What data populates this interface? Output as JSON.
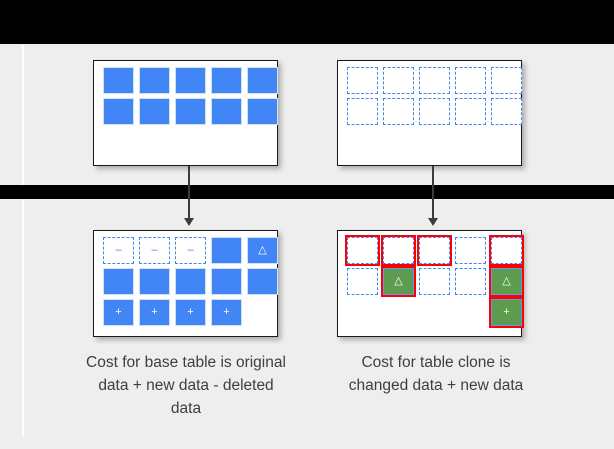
{
  "figure": {
    "title_visible": false,
    "background_color": "#eeeeee",
    "accent_blue": "#4285f4",
    "accent_green": "#5d9c4e",
    "accent_red": "#ff0000"
  },
  "panels": {
    "top_left": {
      "name": "base-table-original",
      "rows": [
        [
          {
            "style": "solid",
            "glyph": ""
          },
          {
            "style": "solid",
            "glyph": ""
          },
          {
            "style": "solid",
            "glyph": ""
          },
          {
            "style": "solid",
            "glyph": ""
          },
          {
            "style": "solid",
            "glyph": ""
          }
        ],
        [
          {
            "style": "solid",
            "glyph": ""
          },
          {
            "style": "solid",
            "glyph": ""
          },
          {
            "style": "solid",
            "glyph": ""
          },
          {
            "style": "solid",
            "glyph": ""
          },
          {
            "style": "solid",
            "glyph": ""
          }
        ]
      ]
    },
    "top_right": {
      "name": "clone-table-original",
      "rows": [
        [
          {
            "style": "dashed",
            "glyph": ""
          },
          {
            "style": "dashed",
            "glyph": ""
          },
          {
            "style": "dashed",
            "glyph": ""
          },
          {
            "style": "dashed",
            "glyph": ""
          },
          {
            "style": "dashed",
            "glyph": ""
          }
        ],
        [
          {
            "style": "dashed",
            "glyph": ""
          },
          {
            "style": "dashed",
            "glyph": ""
          },
          {
            "style": "dashed",
            "glyph": ""
          },
          {
            "style": "dashed",
            "glyph": ""
          },
          {
            "style": "dashed",
            "glyph": ""
          }
        ]
      ]
    },
    "bottom_left": {
      "name": "base-table-after-changes",
      "rows": [
        [
          {
            "style": "dashed",
            "glyph": "–",
            "ring": false
          },
          {
            "style": "dashed",
            "glyph": "–",
            "ring": false
          },
          {
            "style": "dashed",
            "glyph": "–",
            "ring": false
          },
          {
            "style": "solid",
            "glyph": "",
            "ring": false
          },
          {
            "style": "solid",
            "glyph": "△",
            "ring": false
          }
        ],
        [
          {
            "style": "solid",
            "glyph": "",
            "ring": false
          },
          {
            "style": "solid",
            "glyph": "",
            "ring": false
          },
          {
            "style": "solid",
            "glyph": "",
            "ring": false
          },
          {
            "style": "solid",
            "glyph": "",
            "ring": false
          },
          {
            "style": "solid",
            "glyph": "",
            "ring": false
          }
        ],
        [
          {
            "style": "solid",
            "glyph": "+",
            "ring": false
          },
          {
            "style": "solid",
            "glyph": "+",
            "ring": false
          },
          {
            "style": "solid",
            "glyph": "+",
            "ring": false
          },
          {
            "style": "solid",
            "glyph": "+",
            "ring": false
          },
          {
            "style": "empty",
            "glyph": "",
            "ring": false
          }
        ]
      ]
    },
    "bottom_right": {
      "name": "clone-table-after-changes",
      "rows": [
        [
          {
            "style": "dashed",
            "glyph": "",
            "ring": true
          },
          {
            "style": "dashed",
            "glyph": "",
            "ring": true
          },
          {
            "style": "dashed",
            "glyph": "",
            "ring": true
          },
          {
            "style": "dashed",
            "glyph": "",
            "ring": false
          },
          {
            "style": "dashed",
            "glyph": "",
            "ring": true
          }
        ],
        [
          {
            "style": "dashed",
            "glyph": "",
            "ring": false
          },
          {
            "style": "green",
            "glyph": "△",
            "ring": true
          },
          {
            "style": "dashed",
            "glyph": "",
            "ring": false
          },
          {
            "style": "dashed",
            "glyph": "",
            "ring": false
          },
          {
            "style": "green",
            "glyph": "△",
            "ring": true
          }
        ],
        [
          {
            "style": "empty",
            "glyph": "",
            "ring": false
          },
          {
            "style": "empty",
            "glyph": "",
            "ring": false
          },
          {
            "style": "empty",
            "glyph": "",
            "ring": false
          },
          {
            "style": "empty",
            "glyph": "",
            "ring": false
          },
          {
            "style": "green",
            "glyph": "+",
            "ring": true
          }
        ]
      ]
    }
  },
  "captions": {
    "left": "Cost for base table is original data + new data - deleted data",
    "right": "Cost for table clone is changed data + new data"
  },
  "arrows": [
    {
      "name": "arrow-base-table",
      "from": "top_left",
      "to": "bottom_left"
    },
    {
      "name": "arrow-table-clone",
      "from": "top_right",
      "to": "bottom_right"
    }
  ]
}
